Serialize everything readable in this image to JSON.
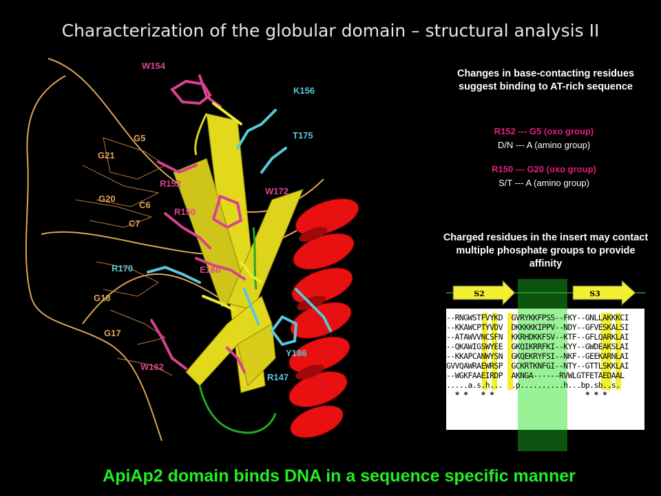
{
  "title": "Characterization of the globular domain – structural analysis II",
  "bottom_caption": "ApiAp2 domain binds DNA in a sequence specific manner",
  "structure_labels": [
    {
      "text": "W154",
      "color": "magenta"
    },
    {
      "text": "K156",
      "color": "cyan"
    },
    {
      "text": "G5",
      "color": "orange"
    },
    {
      "text": "T175",
      "color": "cyan"
    },
    {
      "text": "G21",
      "color": "orange"
    },
    {
      "text": "R152",
      "color": "magenta"
    },
    {
      "text": "W172",
      "color": "magenta"
    },
    {
      "text": "G20",
      "color": "orange"
    },
    {
      "text": "C6",
      "color": "orange"
    },
    {
      "text": "R150",
      "color": "magenta"
    },
    {
      "text": "C7",
      "color": "orange"
    },
    {
      "text": "R170",
      "color": "cyan"
    },
    {
      "text": "E160",
      "color": "magenta"
    },
    {
      "text": "G18",
      "color": "orange"
    },
    {
      "text": "G17",
      "color": "orange"
    },
    {
      "text": "Y186",
      "color": "cyan"
    },
    {
      "text": "W162",
      "color": "magenta"
    },
    {
      "text": "R147",
      "color": "cyan"
    }
  ],
  "right_panel": {
    "heading1": "Changes in base-contacting residues suggest binding to AT-rich sequence",
    "pairs": [
      {
        "acid": "R152  ---  G5 (oxo group)",
        "base": "D/N --- A (amino group)"
      },
      {
        "acid": "R150  ---  G20 (oxo group)",
        "base": "S/T --- A (amino group)"
      }
    ],
    "heading2": "Charged residues in the insert may contact multiple phosphate groups to provide affinity",
    "strand_labels": [
      "S2",
      "S3"
    ]
  },
  "alignment": [
    "--RNGWSTFVYKD  GVRYKKFPSS--FKY--GNLLAKKKCI",
    "--KKAWCPTYVDV  DKKKKKIPPV--NDY--GFVESKALSI",
    "--ATAWVVNCSFN  KKRHDKKFSV--KTF--GFLQARKLAI",
    "--QKAWIGSWYEE  GKQIKRRFKI--KYY--GWDEAKSLAI",
    "--KKAPCANWYSN  GKQEKRYFSI--NKF--GEEKARNLAI",
    "GVVQAWRAEWRSP  GCKRTKNFGI--NTY--GTTLSKKLAI",
    "--WGKFAAEIRDP  AKNGA------RVWLGTFETAEDAAL",
    ".....a.s.h...  .p..........h...bp.sb..s.",
    "  * *   * *                     * * *    "
  ],
  "colors": {
    "background": "#000000",
    "title": "#e6e6e6",
    "caption": "#22ee22",
    "helix": "#e81010",
    "sheet": "#e2d81c",
    "dna": "#e0a456",
    "magenta_residue": "#d94290",
    "cyan_residue": "#5cc6dc",
    "insert_band": "#9af297",
    "conserved_highlight": "#f2f030"
  }
}
